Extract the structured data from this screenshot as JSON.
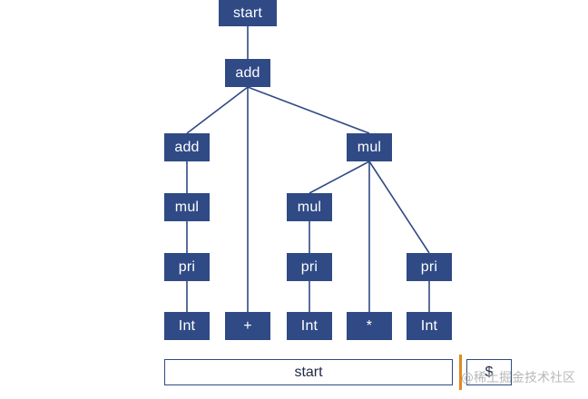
{
  "tree": {
    "root": "start",
    "add_top": "add",
    "add_left": "add",
    "plus": "+",
    "mul_right": "mul",
    "mul_left": "mul",
    "mul_mid": "mul",
    "pri_left": "pri",
    "pri_mid": "pri",
    "pri_right": "pri",
    "int_left": "Int",
    "int_mid": "Int",
    "star": "*",
    "int_right": "Int"
  },
  "input_stack": {
    "symbol": "start"
  },
  "end_marker": {
    "symbol": "$"
  },
  "watermark": "@稀土掘金技术社区",
  "colors": {
    "node_fill": "#2f4a85",
    "node_text": "#ffffff",
    "cursor": "#e08a1e"
  }
}
